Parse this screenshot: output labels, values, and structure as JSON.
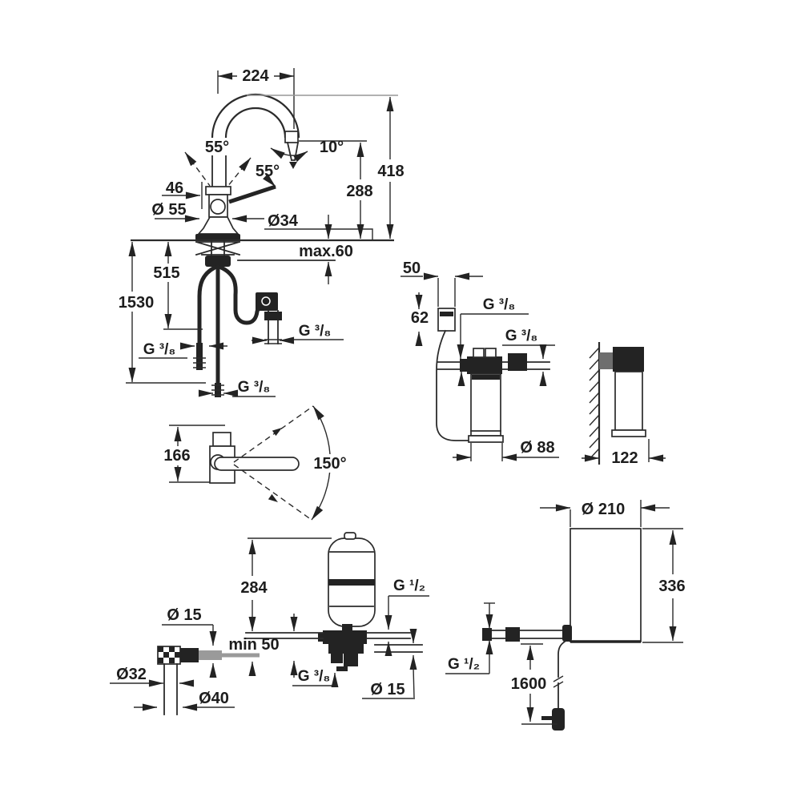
{
  "drawing": {
    "faucet_front": {
      "spout_reach": "224",
      "height_total": "418",
      "outlet_height": "288",
      "outlet_angle": "10°",
      "lever_swing": "55°",
      "lever_tilt": "55°",
      "lever_overhang": "46",
      "base_diameter": "Ø 55",
      "body_diameter": "Ø34",
      "deck_thickness": "max.60",
      "hose_drop": "515",
      "hose_length": "1530",
      "thread_hose_left": "G ³/₈",
      "thread_hose_right": "G ³/₈",
      "thread_hose_bottom": "G ³/₈"
    },
    "faucet_top": {
      "body_depth": "166",
      "swivel_angle": "150°"
    },
    "filter_unit": {
      "head_offset": "50",
      "head_height": "62",
      "thread_inlet": "G ³/₈",
      "thread_outlet": "G ³/₈",
      "cartridge_diameter": "Ø 88",
      "wall_clearance": "122"
    },
    "safety_group": {
      "tank_height": "284",
      "thread_top": "G ¹/₂",
      "min_clearance": "min 50",
      "pipe_diameter": "Ø 15",
      "thread_bottom": "G ³/₈"
    },
    "corner_valve": {
      "pipe_diameter": "Ø 15",
      "valve_diameter": "Ø32",
      "nut_diameter": "Ø40"
    },
    "boiler": {
      "diameter": "Ø 210",
      "height": "336",
      "thread_inlet": "G ¹/₂",
      "cable_length": "1600"
    }
  }
}
